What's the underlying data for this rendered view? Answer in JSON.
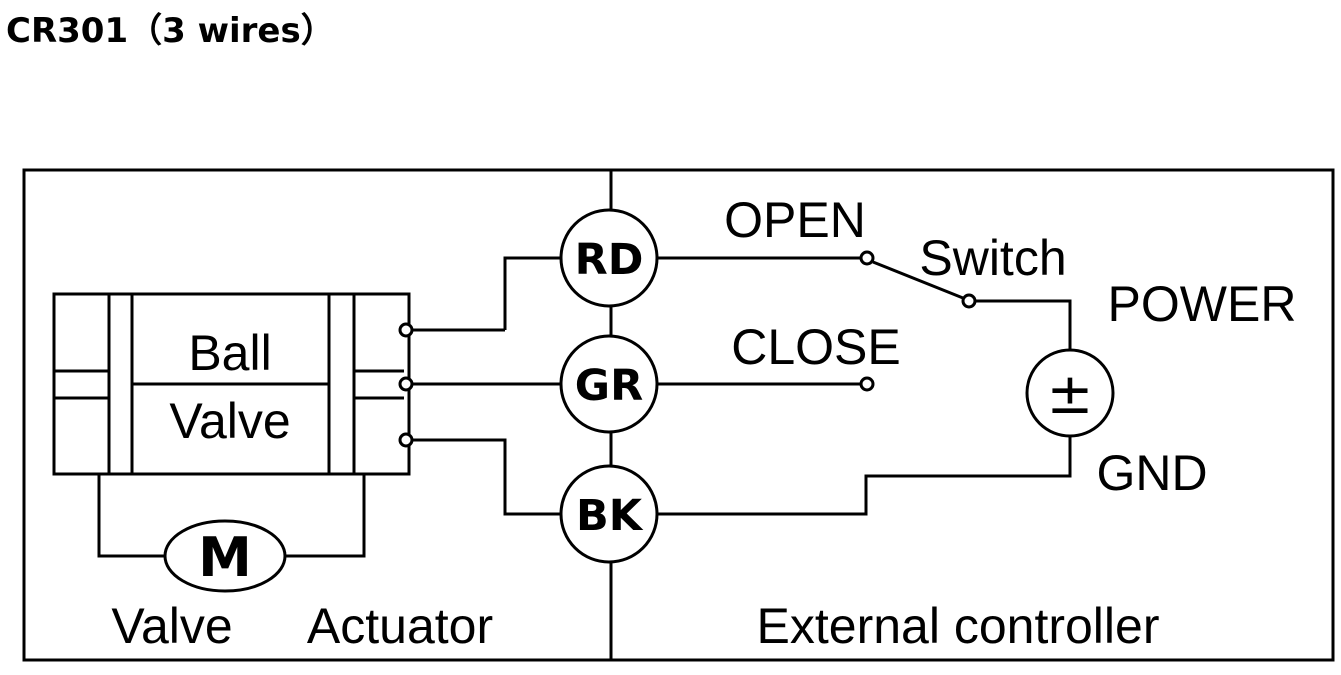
{
  "title": "CR301（3 wires）",
  "actuator": {
    "valve_label_line1": "Ball",
    "valve_label_line2": "Valve",
    "motor_label": "M",
    "section_label_left": "Valve",
    "section_label_right": "Actuator"
  },
  "terminals": [
    {
      "label": "RD"
    },
    {
      "label": "GR"
    },
    {
      "label": "BK"
    }
  ],
  "controller": {
    "open_label": "OPEN",
    "close_label": "CLOSE",
    "switch_label": "Switch",
    "power_label": "POWER",
    "power_symbol": "±",
    "gnd_label": "GND",
    "section_label": "External controller"
  }
}
